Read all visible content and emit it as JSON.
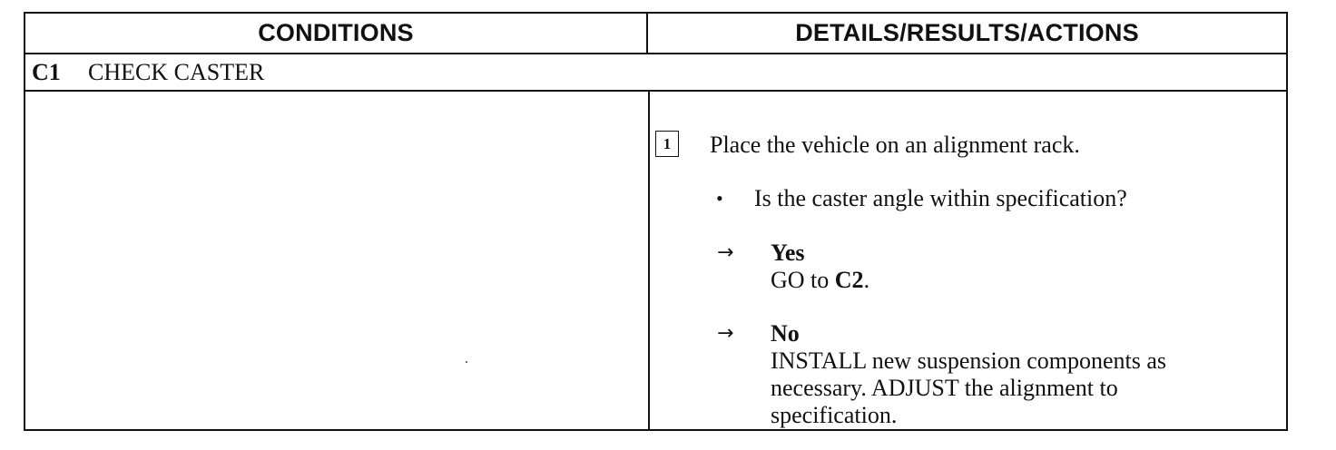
{
  "table": {
    "header_conditions": "CONDITIONS",
    "header_actions": "DETAILS/RESULTS/ACTIONS"
  },
  "step": {
    "id": "C1",
    "title": "CHECK CASTER"
  },
  "details": {
    "box_number": "1",
    "instruction": "Place the vehicle on an alignment rack.",
    "bullet_symbol": "•",
    "question": "Is the caster angle within specification?",
    "arrow_symbol": "→",
    "yes": {
      "label": "Yes",
      "action_prefix": "GO to ",
      "action_target": "C2",
      "action_suffix": "."
    },
    "no": {
      "label": "No",
      "line1": "INSTALL new suspension components as",
      "line2": "necessary. ADJUST the alignment to",
      "line3": "specification."
    }
  }
}
